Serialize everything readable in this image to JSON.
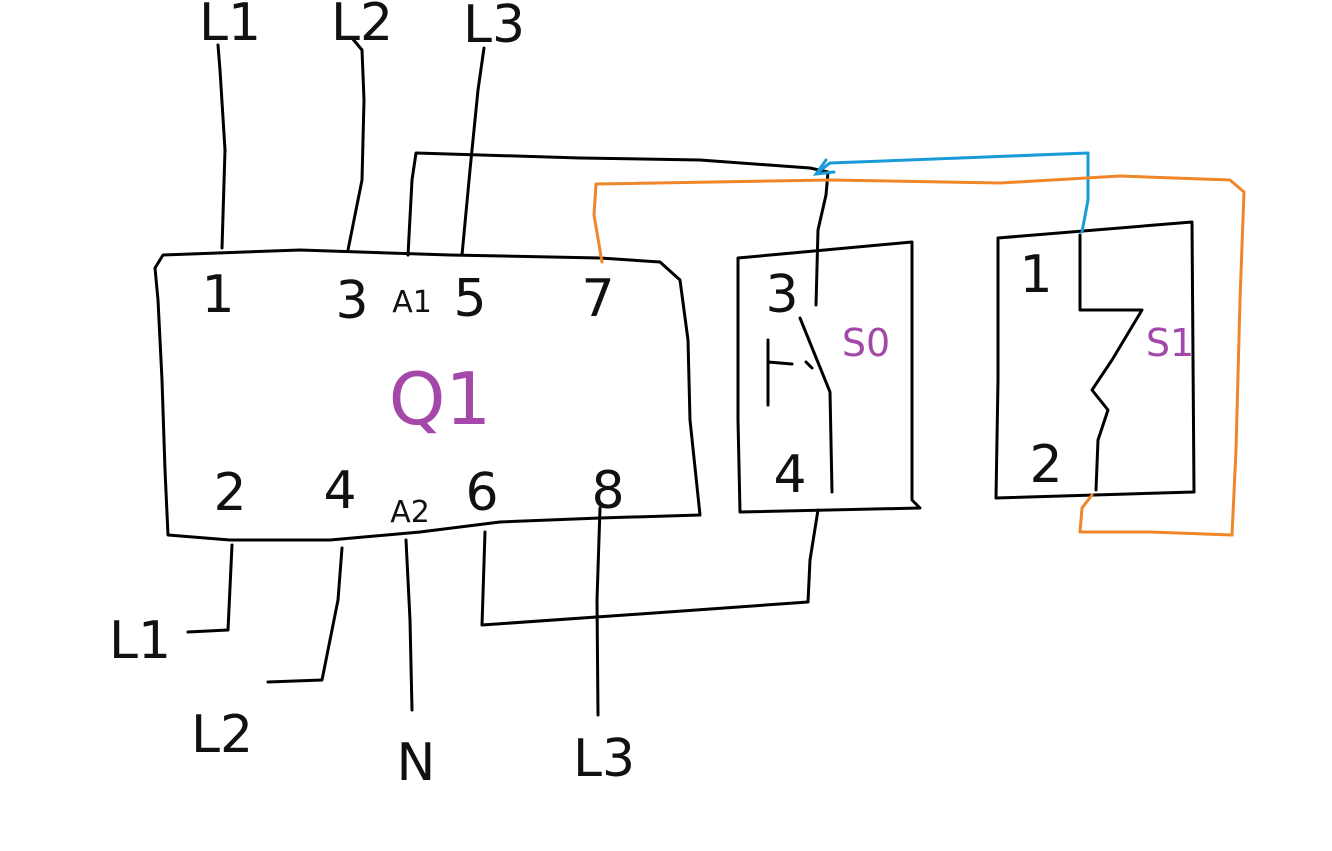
{
  "colors": {
    "ink": "#000000",
    "label": "#a347a8",
    "wire_blue": "#1a9ad6",
    "wire_orange": "#f0862a"
  },
  "contactor": {
    "name": "Q1",
    "top_terminals": [
      "1",
      "3",
      "A1",
      "5",
      "7"
    ],
    "bottom_terminals": [
      "2",
      "4",
      "A2",
      "6",
      "8"
    ]
  },
  "supply_top": [
    "L1",
    "L2",
    "L3"
  ],
  "supply_bottom": [
    "L1",
    "L2",
    "N",
    "L3"
  ],
  "switch_s0": {
    "name": "S0",
    "terminals": [
      "3",
      "4"
    ]
  },
  "switch_s1": {
    "name": "S1",
    "terminals": [
      "1",
      "2"
    ]
  }
}
